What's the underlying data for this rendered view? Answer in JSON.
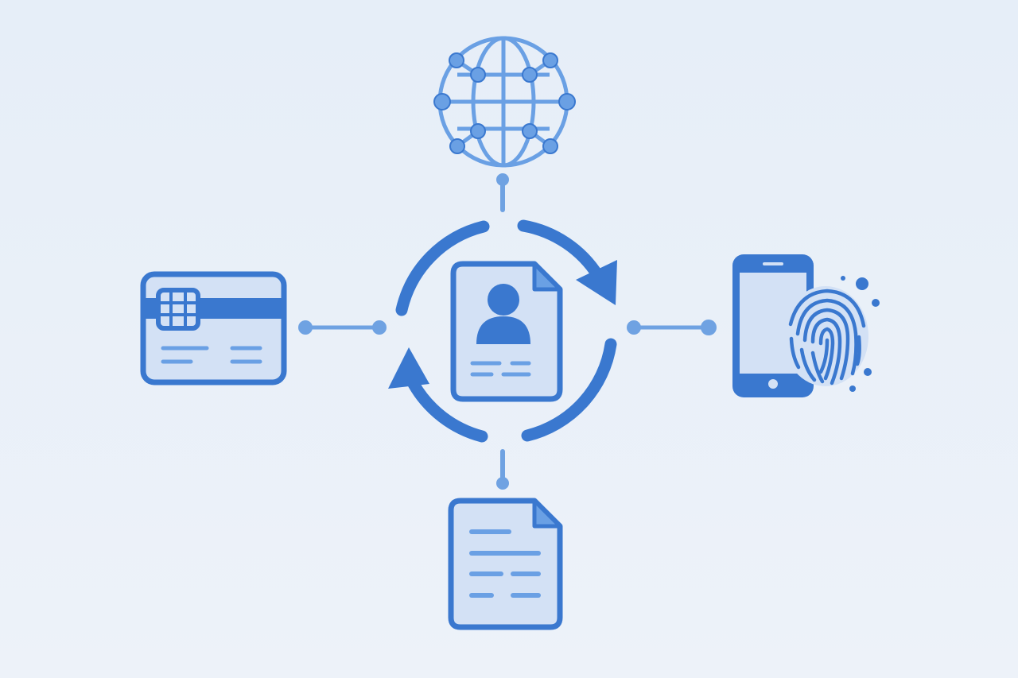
{
  "colors": {
    "background": "#e8eff8",
    "primary": "#3a78cf",
    "primary_dark": "#3371c6",
    "light_fill": "#d3e1f5",
    "accent_light": "#6aa0e4",
    "connector": "#6fa2e2"
  },
  "diagram": {
    "center": {
      "icon": "identity-document-icon",
      "cycle": "sync-arrows-icon"
    },
    "nodes": [
      {
        "id": "globe",
        "icon": "globe-network-icon",
        "position": "top"
      },
      {
        "id": "card",
        "icon": "credit-card-icon",
        "position": "left"
      },
      {
        "id": "mobile",
        "icon": "smartphone-fingerprint-icon",
        "position": "right"
      },
      {
        "id": "document",
        "icon": "text-document-icon",
        "position": "bottom"
      }
    ]
  }
}
